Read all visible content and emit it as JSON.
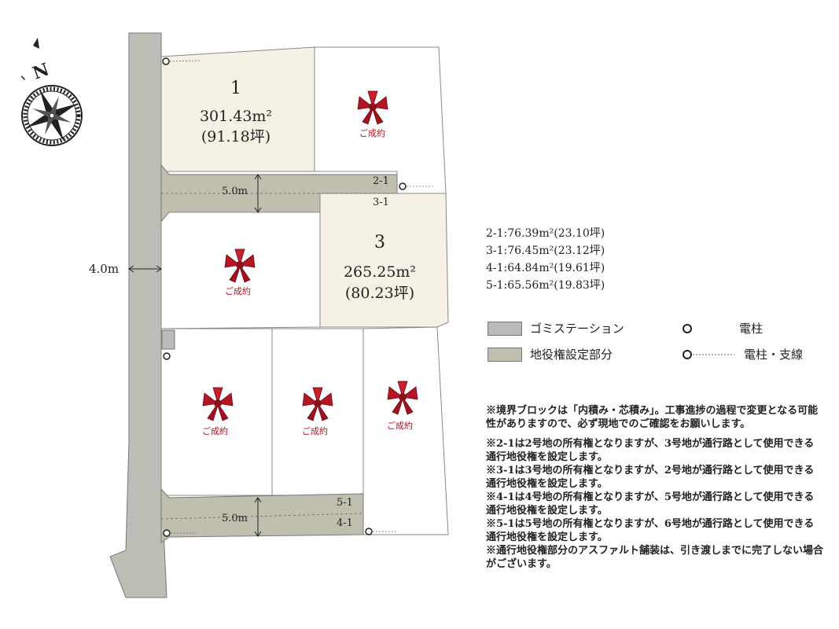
{
  "compass": {
    "north_label": "N"
  },
  "road": {
    "width_label": "4.0m"
  },
  "easements": [
    {
      "width_label": "5.0m",
      "label_top": "2-1",
      "label_bottom": "3-1"
    },
    {
      "width_label": "5.0m",
      "label_top": "5-1",
      "label_bottom": "4-1"
    }
  ],
  "lots": [
    {
      "number": "1",
      "area_m2": "301.43m²",
      "area_tsubo": "(91.18坪)"
    },
    {
      "number": "3",
      "area_m2": "265.25m²",
      "area_tsubo": "(80.23坪)"
    }
  ],
  "sold_label": "ご成約",
  "summary": [
    "2-1:76.39m²(23.10坪)",
    "3-1:76.45m²(23.12坪)",
    "4-1:64.84m²(19.61坪)",
    "5-1:65.56m²(19.83坪)"
  ],
  "legend": {
    "garbage": "ゴミステーション",
    "easement": "地役権設定部分",
    "pole": "電柱",
    "pole_wire": "電柱・支線"
  },
  "colors": {
    "road": "#bdbdb5",
    "easement": "#c0bfae",
    "available_lot": "#f6f1e5",
    "garbage": "#b9bab9",
    "sold_ribbon": "#b51624"
  },
  "notes": {
    "n1": "※境界ブロックは「内積み・芯積み」。工事進捗の過程で変更となる可能性がありますので、必ず現地でのご確認をお願いします。",
    "n2": "※2-1は2号地の所有権となりますが、3号地が通行路として使用できる通行地役権を設定します。",
    "n3": "※3-1は3号地の所有権となりますが、2号地が通行路として使用できる通行地役権を設定します。",
    "n4": "※4-1は4号地の所有権となりますが、5号地が通行路として使用できる通行地役権を設定します。",
    "n5": "※5-1は5号地の所有権となりますが、6号地が通行路として使用できる通行地役権を設定します。",
    "n6": "※通行地役権部分のアスファルト舗装は、引き渡しまでに完了しない場合がございます。"
  }
}
